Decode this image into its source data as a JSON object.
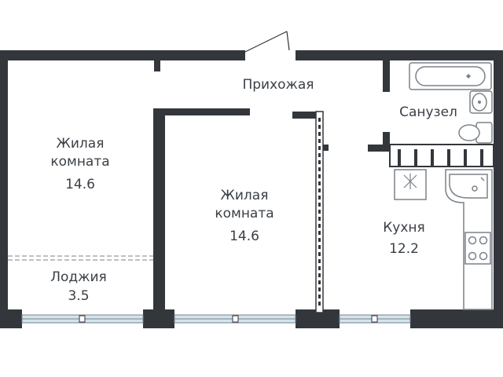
{
  "colors": {
    "wall": "#33373c",
    "window": "#d3e4ec",
    "fixture_line": "#7b8189",
    "furniture": "#2f3338"
  },
  "rooms": [
    {
      "name": "Жилая\nкомната",
      "area": "14.6"
    },
    {
      "name": "Жилая\nкомната",
      "area": "14.6"
    },
    {
      "name": "Прихожая",
      "area": ""
    },
    {
      "name": "Санузел",
      "area": ""
    },
    {
      "name": "Кухня",
      "area": "12.2"
    },
    {
      "name": "Лоджия",
      "area": "3.5"
    }
  ],
  "icons": [
    "door-swing-icon",
    "bathtub-icon",
    "toilet-icon",
    "sink-icon",
    "kitchen-sink-icon",
    "stove-icon",
    "fridge-icon"
  ]
}
